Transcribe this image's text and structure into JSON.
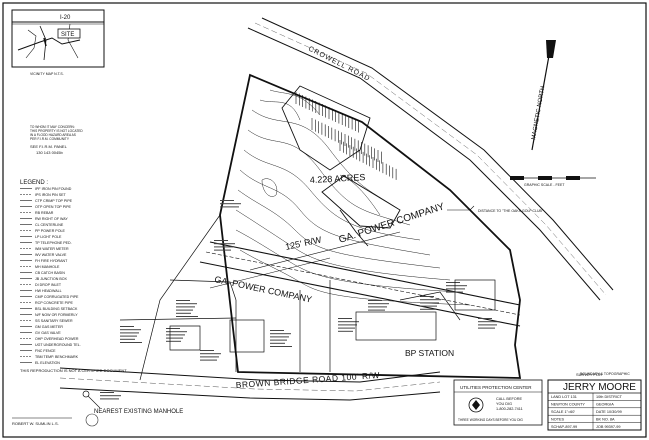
{
  "vicinity_map": {
    "highway_label": "I-20",
    "site_label": "SITE",
    "caption": "VICINITY MAP  N.T.S."
  },
  "flood_note": {
    "lines": [
      "TO WHOM IT MAY CONCERN:",
      "THIS PROPERTY IS NOT LOCATED",
      "IN A FLOOD HAZARD AREA AS",
      "PER F.I.R.M. COMMUNITY",
      "SEE F.I.R.M. PANEL",
      "130 143 0045b"
    ]
  },
  "legend": {
    "title": "LEGEND :",
    "entries": [
      "IPF IRON PIN FOUND",
      "IPS IRON PIN SET",
      "CTP CRIMP TOP PIPE",
      "OTP OPEN TOP PIPE",
      "RB REBAR",
      "RW RIGHT OF WAY",
      "CL CENTERLINE",
      "PP POWER POLE",
      "LP LIGHT POLE",
      "TP TELEPHONE PED.",
      "WM WATER METER",
      "WV WATER VALVE",
      "FH FIRE HYDRANT",
      "MH MANHOLE",
      "CB CATCH BASIN",
      "JB JUNCTION BOX",
      "DI DROP INLET",
      "HW HEADWALL",
      "CMP CORRUGATED PIPE",
      "RCP CONCRETE PIPE",
      "BSL BUILDING SETBACK",
      "N/F NOW OR FORMERLY",
      "SS SANITARY SEWER",
      "GM GAS METER",
      "GV GAS VALVE",
      "OHP OVERHEAD POWER",
      "UGT UNDERGROUND TEL.",
      "FNC FENCE",
      "TBM TEMP. BENCHMARK",
      "EL ELEVATION"
    ]
  },
  "not_original_note": "THIS REPRODUCTION IS NOT A CERTIFIED DOCUMENT",
  "labels": {
    "road_top": "CROWELL ROAD",
    "acreage": "4.228 ACRES",
    "power_row_1": "GA. POWER COMPANY",
    "power_row_width": "125' R/W",
    "power_row_2": "GA. POWER COMPANY",
    "road_bottom": "BROWN BRIDGE ROAD 100' R/W",
    "manhole": "NEAREST EXISTING MANHOLE",
    "bp_station": "BP STATION",
    "golf_note": "DISTANCE TO \"THE OAKS GOLF CLUB\"",
    "graphic_scale": "GRAPHIC SCALE - FEET",
    "north": "MAGNETIC NORTH",
    "topo_note": "BOUNDARY & TOPOGRAPHIC",
    "surveyor_sig": "ROBERT W. SUMLIN L.S."
  },
  "utilities_box": {
    "title": "UTILITIES PROTECTION CENTER",
    "lines": [
      "CALL BEFORE",
      "YOU DIG",
      "1-800-282-7411"
    ],
    "footer": "THREE WORKING DAYS BEFORE YOU DIG"
  },
  "title_block": {
    "survey_for": "SURVEY FOR",
    "client": "JERRY MOORE",
    "rows": [
      [
        "LAND LOT 131",
        "10th DISTRICT"
      ],
      [
        "NEWTON COUNTY",
        "GEORGIA"
      ],
      [
        "SCALE 1\"=60'",
        "DATE 10/30/99"
      ],
      [
        "NOTES",
        "BK NO. 8A"
      ],
      [
        "SCHAP-897-99",
        "JOB 99397-99"
      ]
    ]
  },
  "colors": {
    "ink": "#111111",
    "paper": "#ffffff",
    "light_ink": "#555555"
  }
}
